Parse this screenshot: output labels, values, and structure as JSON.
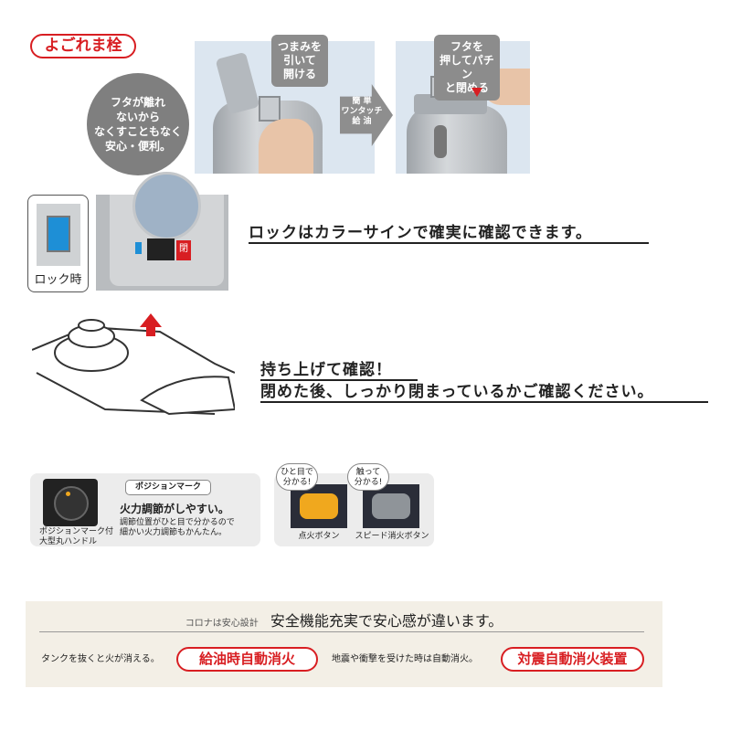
{
  "badge": "よごれま栓",
  "step1": {
    "bubble": [
      "つまみを",
      "引いて",
      "開ける"
    ]
  },
  "side_bubble": [
    "フタが離れ",
    "ないから",
    "なくすこともなく",
    "安心・便利。"
  ],
  "arrow": [
    "簡 単",
    "ワンタッチ",
    "給 油"
  ],
  "step2": {
    "bubble": [
      "フタを",
      "押してパチン",
      "と閉める"
    ]
  },
  "lock": {
    "label": "ロック時",
    "sign_text": "閉",
    "headline": "ロックはカラーサインで確実に確認できます。",
    "color": "#1e8fd6"
  },
  "lift": {
    "line1": "持ち上げて確認！",
    "line2": "閉めた後、しっかり閉まっているかご確認ください。"
  },
  "handle": {
    "tag": "ポジションマーク",
    "caption": [
      "ポジションマーク付",
      "大型丸ハンドル"
    ],
    "title": "火力調節がしやすい。",
    "desc": [
      "調節位置がひと目で分かるので",
      "細かい火力調節もかんたん。"
    ]
  },
  "buttons": [
    {
      "bubble": [
        "ひと目で",
        "分かる!"
      ],
      "label": "点火ボタン",
      "color": "#f0a81e"
    },
    {
      "bubble": [
        "触って",
        "分かる!"
      ],
      "label": "スピード消火ボタン",
      "color": "#8f9499"
    }
  ],
  "safety": {
    "brand": "コロナは安心設計",
    "title": "安全機能充実で安心感が違います。",
    "item1_desc": "タンクを抜くと火が消える。",
    "item1": "給油時自動消火",
    "item2_desc": "地震や衝撃を受けた時は自動消火。",
    "item2": "対震自動消火装置"
  }
}
